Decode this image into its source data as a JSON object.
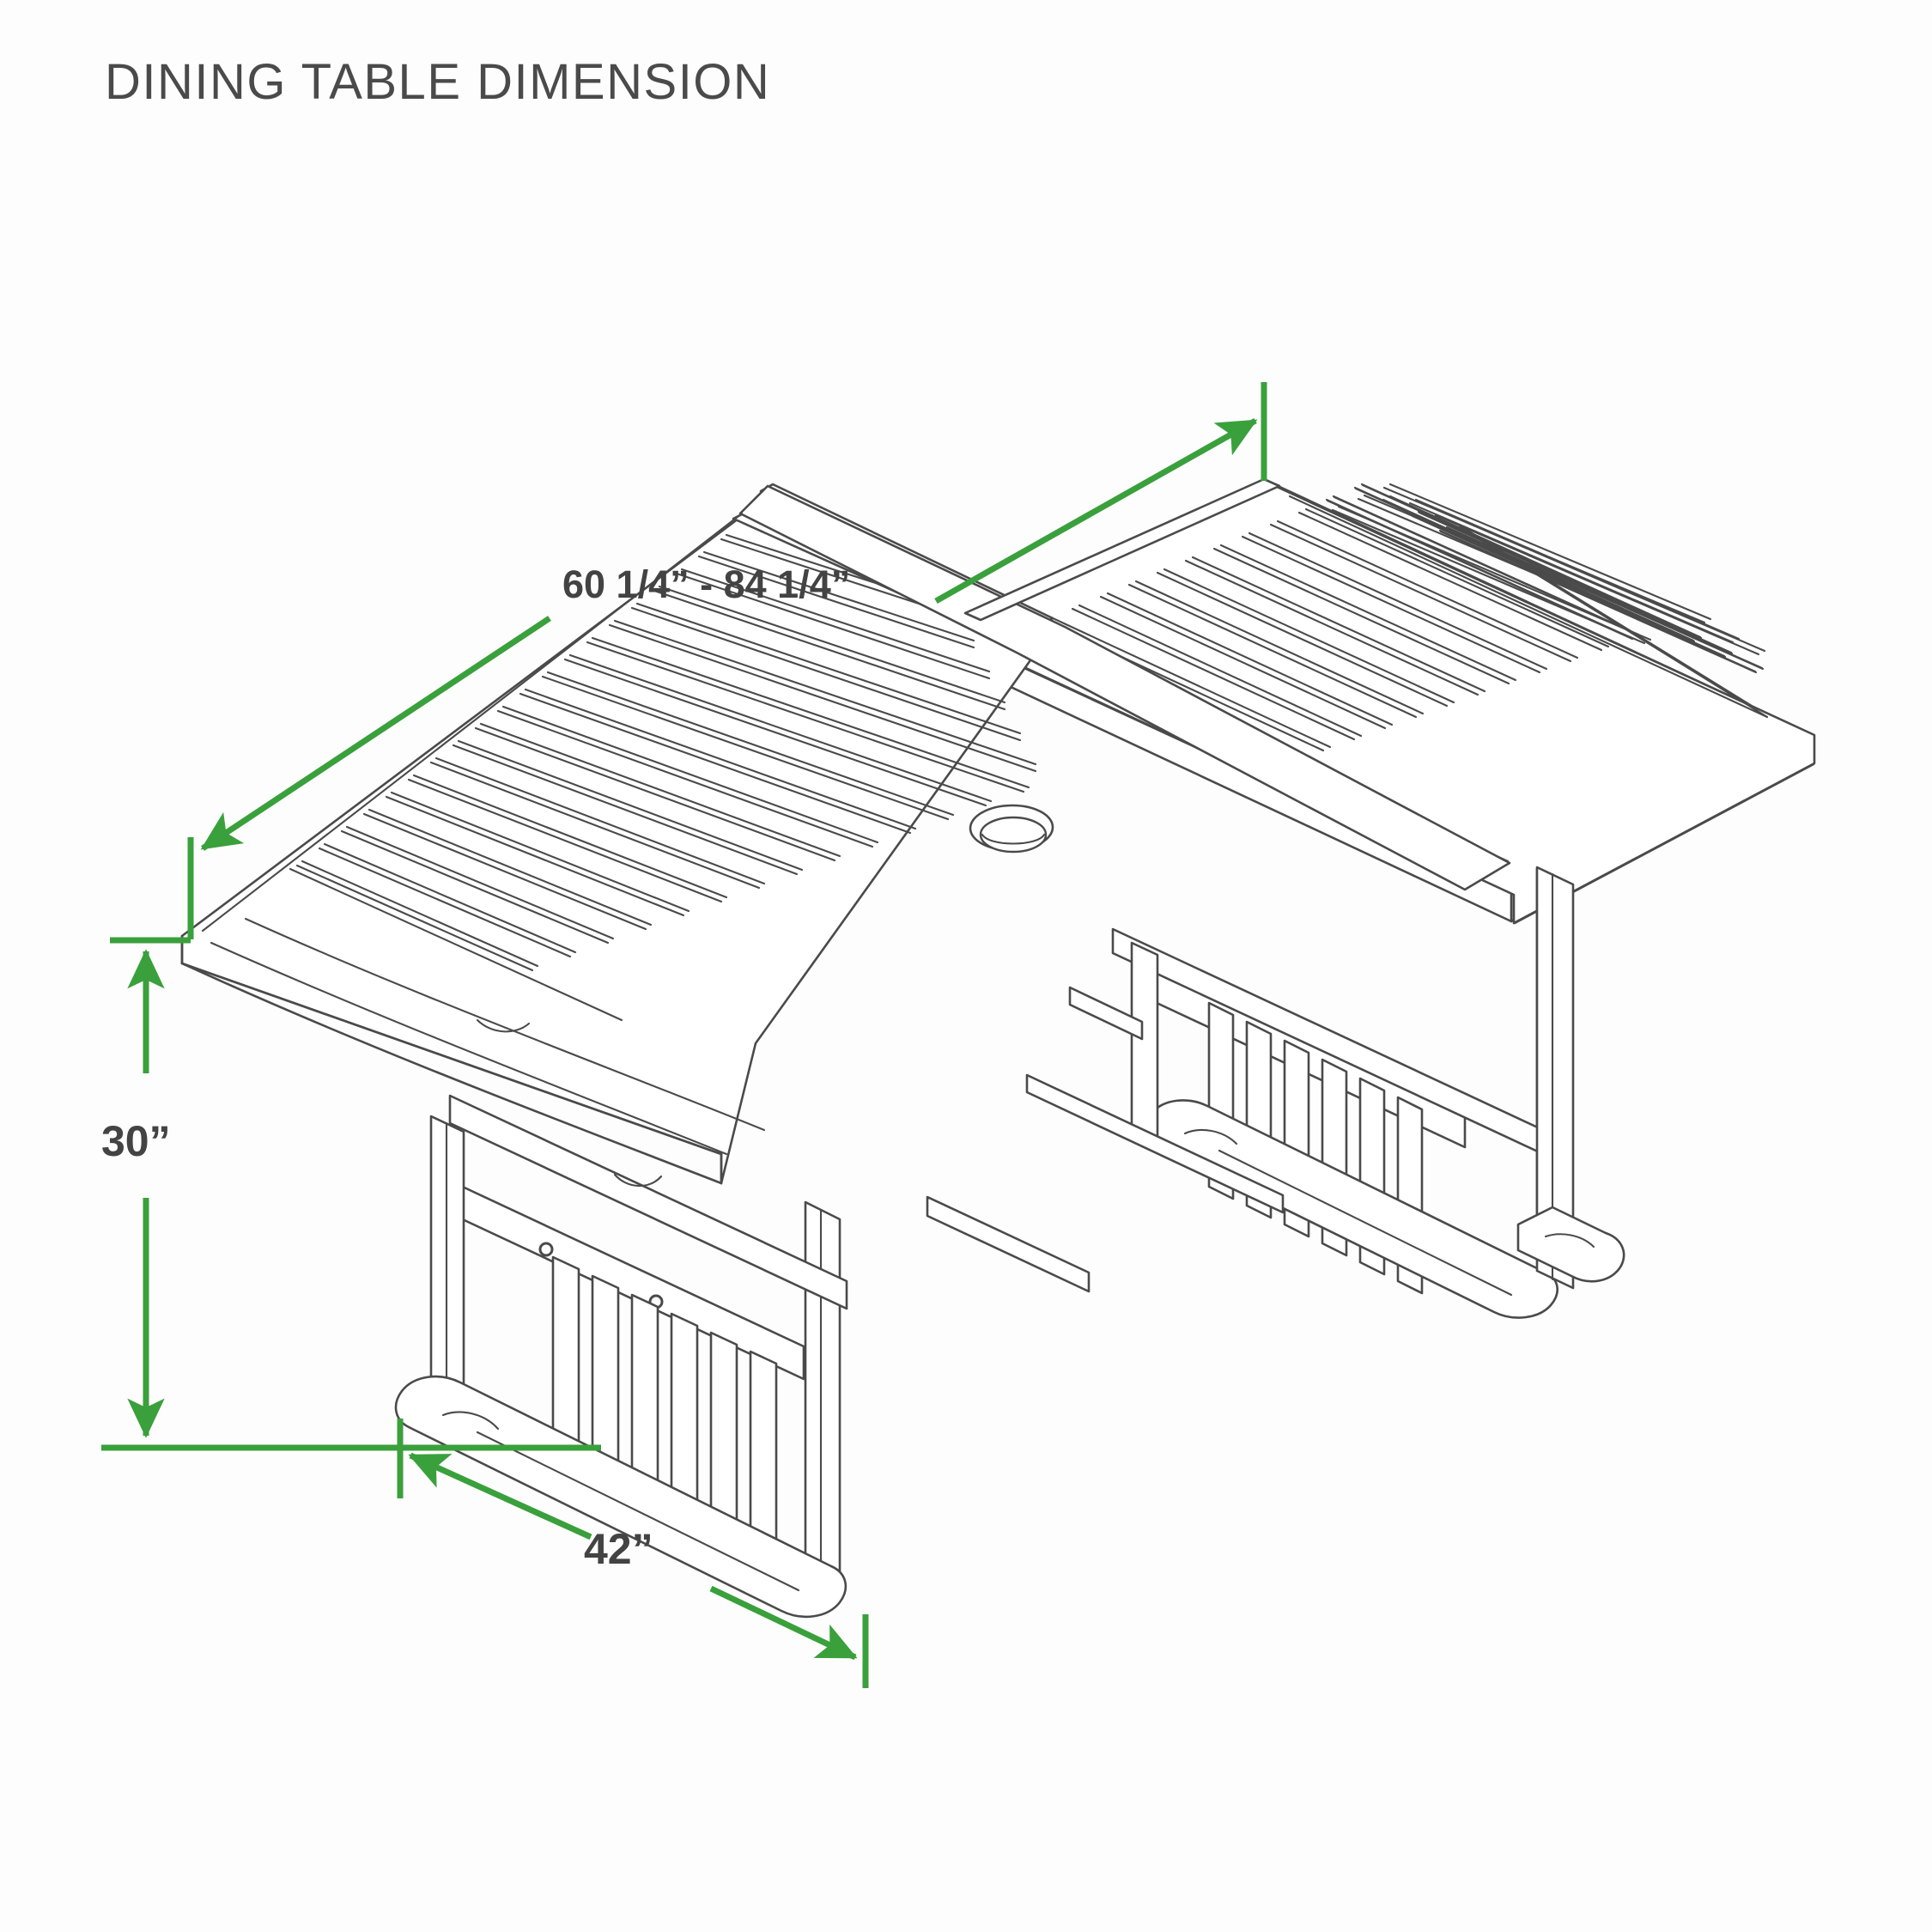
{
  "page": {
    "title": "DINING TABLE DIMENSION",
    "background_color": "#fdfdfd",
    "title_color": "#4a4a4a"
  },
  "style": {
    "dimension_color": "#3aa03c",
    "line_color": "#4a4a4a",
    "label_color": "#434343"
  },
  "product": {
    "type": "extendable outdoor dining table",
    "view": "isometric"
  },
  "dimensions": {
    "length": {
      "name": "length",
      "label": "60 1/4” - 84 1/4”",
      "min_value": "60 1/4”",
      "max_value": "84 1/4”",
      "unit": "inches",
      "color": "#3aa03c"
    },
    "height": {
      "name": "height",
      "label": "30”",
      "value": "30”",
      "unit": "inches",
      "color": "#3aa03c"
    },
    "width": {
      "name": "width",
      "label": "42”",
      "value": "42”",
      "unit": "inches",
      "color": "#3aa03c"
    }
  },
  "chart_data": {
    "type": "table",
    "title": "DINING TABLE DIMENSION",
    "categories": [
      "Length",
      "Height",
      "Width"
    ],
    "values": [
      "60 1/4” - 84 1/4”",
      "30”",
      "42”"
    ],
    "unit": "inches",
    "notes": "Isometric line drawing of an extendable slatted dining table with umbrella hole and trestle legs; three green dimension callouts."
  }
}
